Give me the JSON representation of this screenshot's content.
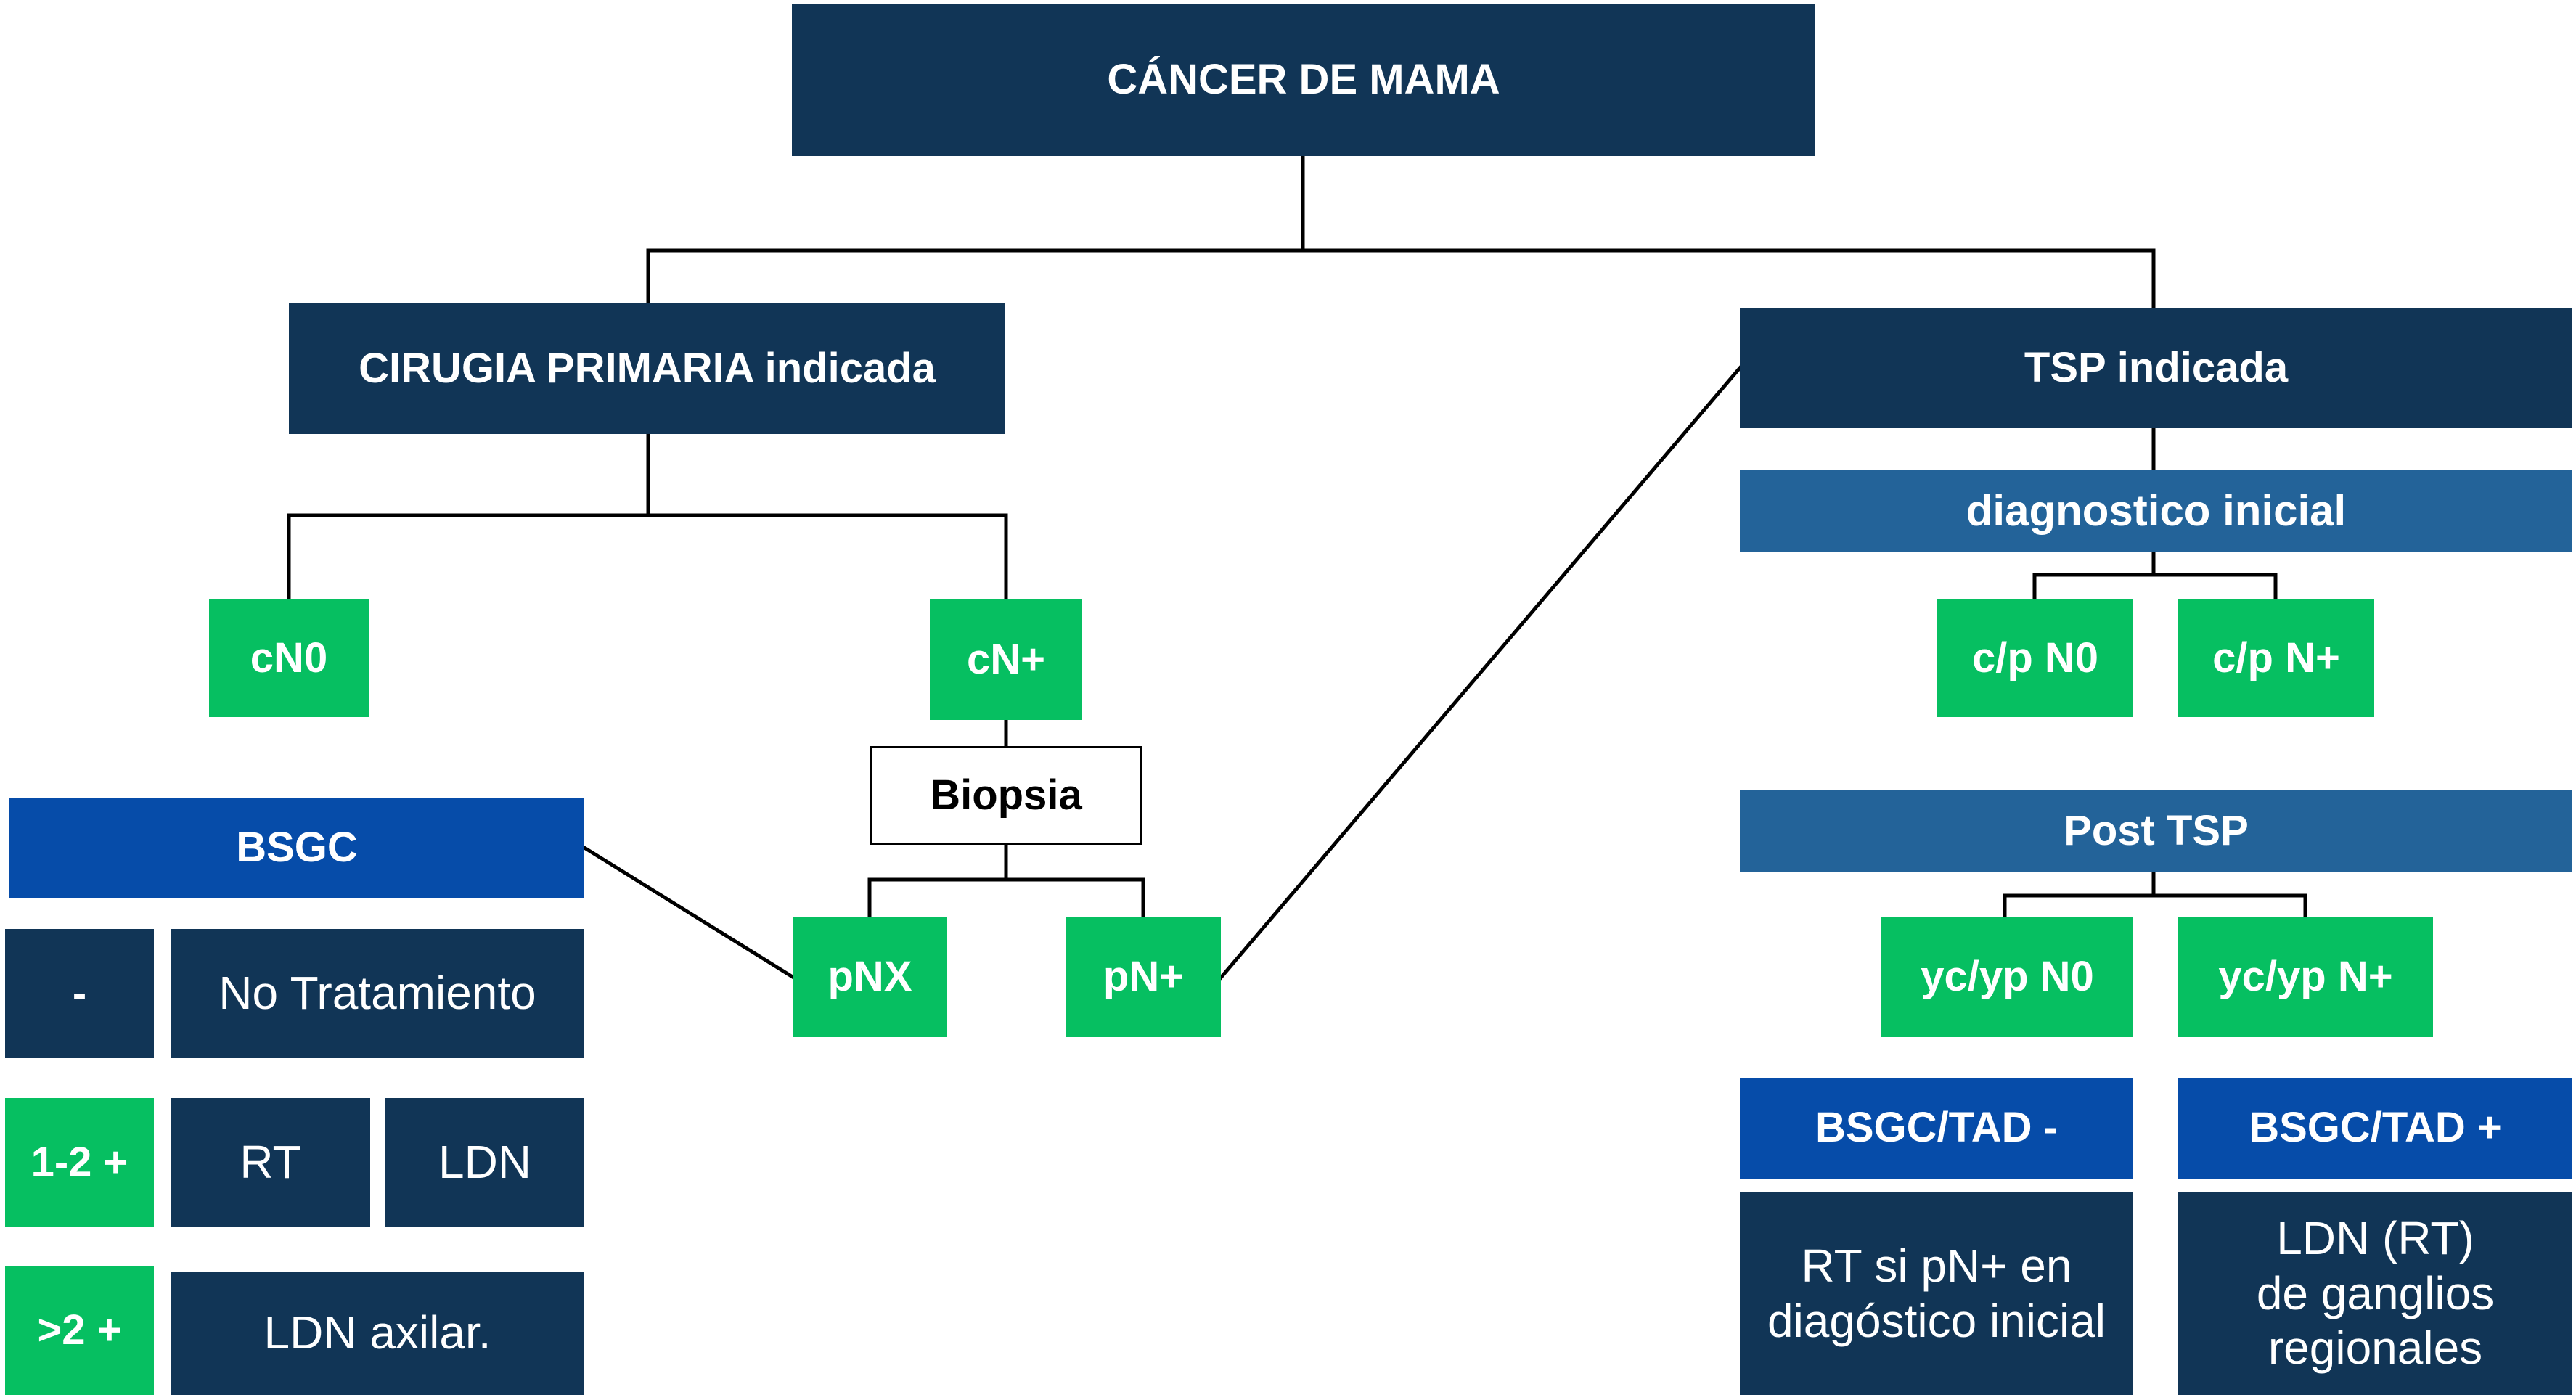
{
  "diagram": {
    "root": "CÁNCER DE MAMA",
    "surgery": {
      "title": "CIRUGIA PRIMARIA indicada",
      "cn0": "cN0",
      "cnplus": "cN+",
      "biopsy": "Biopsia",
      "pnx": "pNX",
      "pnplus": "pN+",
      "bsgc": "BSGC",
      "results": [
        {
          "label": "-",
          "actions": [
            "No Tratamiento"
          ]
        },
        {
          "label": "1-2 +",
          "actions": [
            "RT",
            "LDN"
          ]
        },
        {
          "label": ">2 +",
          "actions": [
            "LDN axilar."
          ]
        }
      ]
    },
    "tsp": {
      "title": "TSP indicada",
      "initial": "diagnostico inicial",
      "cp_n0": "c/p N0",
      "cp_nplus": "c/p N+",
      "post": "Post TSP",
      "ycyp_n0": "yc/yp N0",
      "ycyp_nplus": "yc/yp N+",
      "tad_neg": "BSGC/TAD -",
      "tad_pos": "BSGC/TAD +",
      "tad_neg_action": "RT si pN+ en diagóstico inicial",
      "tad_pos_action": "LDN (RT) de ganglios regionales"
    }
  },
  "colors": {
    "navy": "#113556",
    "steel_blue": "#236399",
    "royal_blue": "#064ca9",
    "green": "#06bf61",
    "line": "#000000"
  }
}
